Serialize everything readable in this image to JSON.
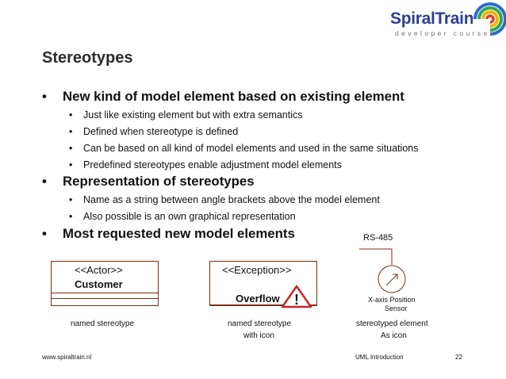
{
  "logo": {
    "brand": "SpiralTrain",
    "tagline": "developer courses"
  },
  "slide": {
    "title": "Stereotypes",
    "bullets": [
      {
        "text": "New kind of model element based on existing element",
        "sub": [
          "Just like existing element but with extra semantics",
          "Defined when stereotype is defined",
          "Can be based on all kind of model elements and used in the same situations",
          "Predefined stereotypes enable adjustment model elements"
        ]
      },
      {
        "text": "Representation of stereotypes",
        "sub": [
          "Name as a string between angle brackets above the model element",
          "Also possible is an own graphical representation"
        ]
      },
      {
        "text": "Most requested new model elements",
        "sub": []
      }
    ],
    "bullet_symbol": "•"
  },
  "diagrams": {
    "actor": {
      "stereotype": "<<Actor>>",
      "name": "Customer",
      "caption": "named stereotype"
    },
    "exception": {
      "stereotype": "<<Exception>>",
      "name": "Overflow",
      "warning_icon": "!",
      "caption_line1": "named stereotype",
      "caption_line2": "with icon"
    },
    "sensor": {
      "interface_label": "RS-485",
      "label_line1": "X-axis Position",
      "label_line2": "Sensor",
      "caption_line1": "stereotyped element",
      "caption_line2": "As icon"
    }
  },
  "footer": {
    "website": "www.spiraltrain.nl",
    "course": "UML Introduction",
    "page": "22"
  },
  "colors": {
    "title": "#2b2b2b",
    "brand_blue": "#2b3f91",
    "box_border": "#7a2e14",
    "warning_red": "#c62828"
  }
}
